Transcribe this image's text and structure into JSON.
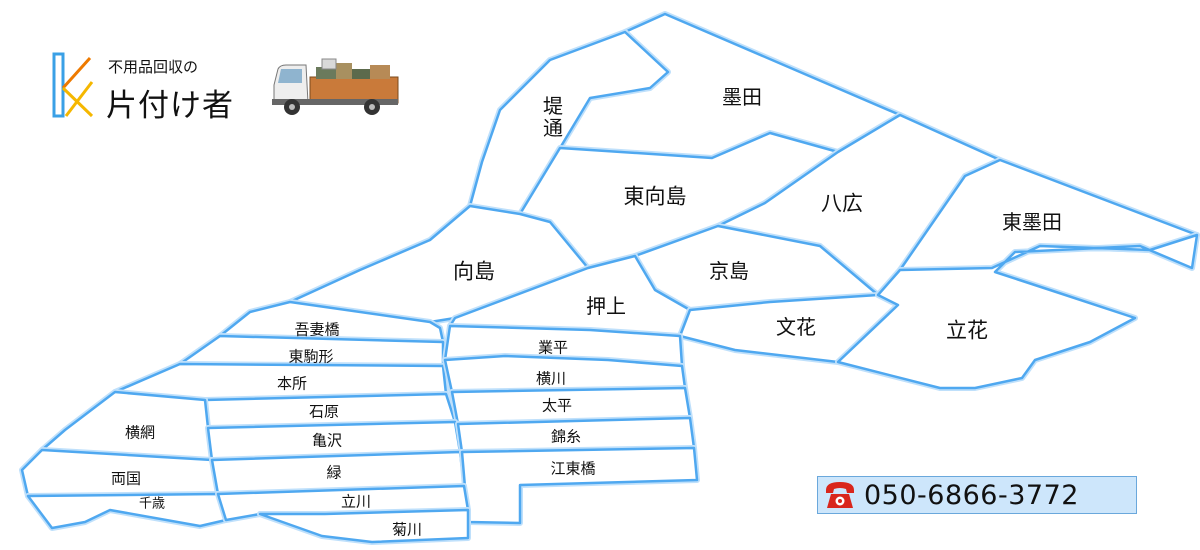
{
  "brand": {
    "tagline": "不用品回収の",
    "name": "片付け者",
    "colors": {
      "k_blue": "#3aa0e6",
      "k_yellow": "#f5b700",
      "k_orange": "#ee7a00"
    }
  },
  "phone": {
    "number": "050-6866-3772",
    "icon": "phone-icon",
    "bg": "#cde6fb"
  },
  "map": {
    "border_color": "#4fa8f0",
    "districts": [
      {
        "id": "sumida",
        "name": "墨田"
      },
      {
        "id": "tsutsumidori",
        "name": "堤\n通"
      },
      {
        "id": "higashimukojima",
        "name": "東向島"
      },
      {
        "id": "yahiro",
        "name": "八広"
      },
      {
        "id": "higashisumida",
        "name": "東墨田"
      },
      {
        "id": "mukojima",
        "name": "向島"
      },
      {
        "id": "kyojima",
        "name": "京島"
      },
      {
        "id": "oshiage",
        "name": "押上"
      },
      {
        "id": "bunka",
        "name": "文花"
      },
      {
        "id": "tachibana",
        "name": "立花"
      },
      {
        "id": "azumabashi",
        "name": "吾妻橋"
      },
      {
        "id": "higashikomagata",
        "name": "東駒形"
      },
      {
        "id": "narihira",
        "name": "業平"
      },
      {
        "id": "honjo",
        "name": "本所"
      },
      {
        "id": "yokokawa",
        "name": "横川"
      },
      {
        "id": "ishiwara",
        "name": "石原"
      },
      {
        "id": "taihei",
        "name": "太平"
      },
      {
        "id": "yokoami",
        "name": "横網"
      },
      {
        "id": "kamezawa",
        "name": "亀沢"
      },
      {
        "id": "kinshi",
        "name": "錦糸"
      },
      {
        "id": "ryogoku",
        "name": "両国"
      },
      {
        "id": "midori",
        "name": "緑"
      },
      {
        "id": "kotobashi",
        "name": "江東橋"
      },
      {
        "id": "chitose",
        "name": "千歳"
      },
      {
        "id": "tatekawa",
        "name": "立川"
      },
      {
        "id": "kikukawa",
        "name": "菊川"
      }
    ]
  }
}
